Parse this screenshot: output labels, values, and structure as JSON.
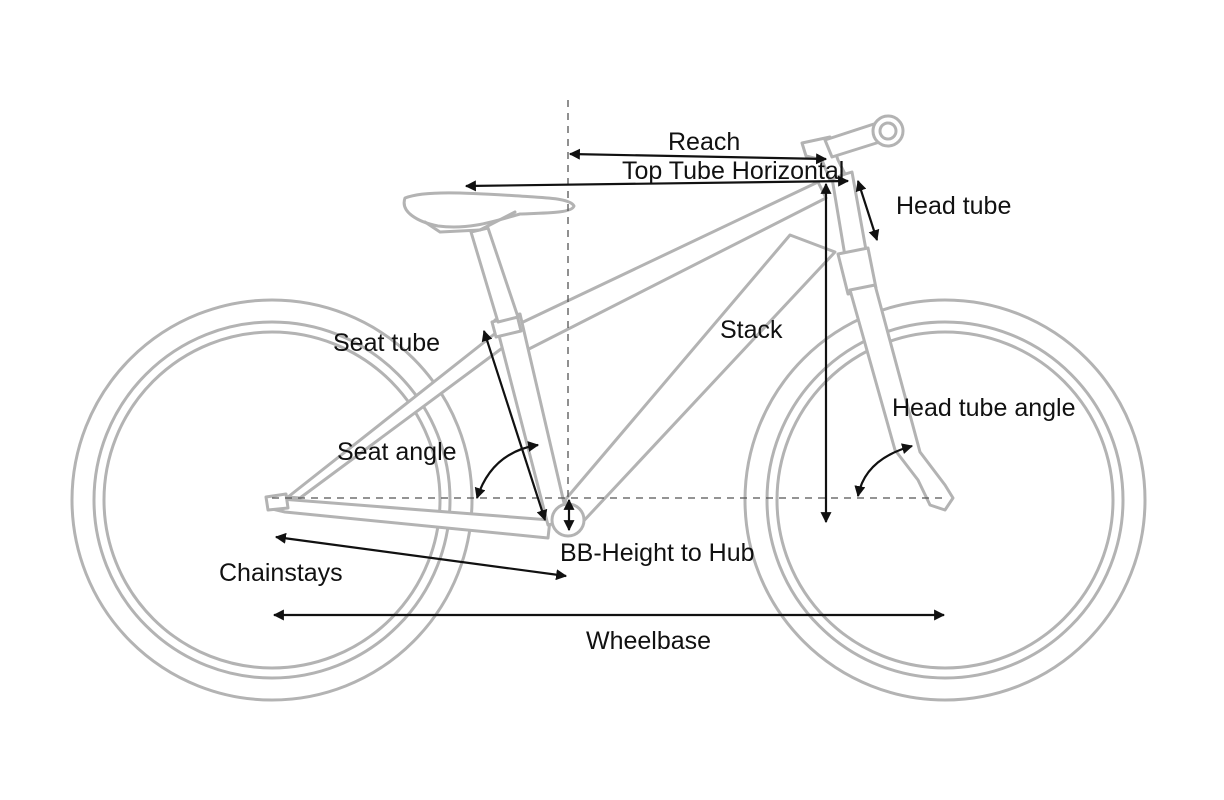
{
  "labels": {
    "reach": "Reach",
    "top_tube": "Top Tube Horizontal",
    "head_tube": "Head tube",
    "stack": "Stack",
    "seat_tube": "Seat tube",
    "seat_angle": "Seat angle",
    "head_tube_angle": "Head tube angle",
    "bb_height": "BB-Height to Hub",
    "chainstays": "Chainstays",
    "wheelbase": "Wheelbase"
  },
  "colors": {
    "bike_outline": "#b3b3b3",
    "dimension_arrows": "#111111",
    "guide_lines": "#555555",
    "background": "#ffffff"
  }
}
